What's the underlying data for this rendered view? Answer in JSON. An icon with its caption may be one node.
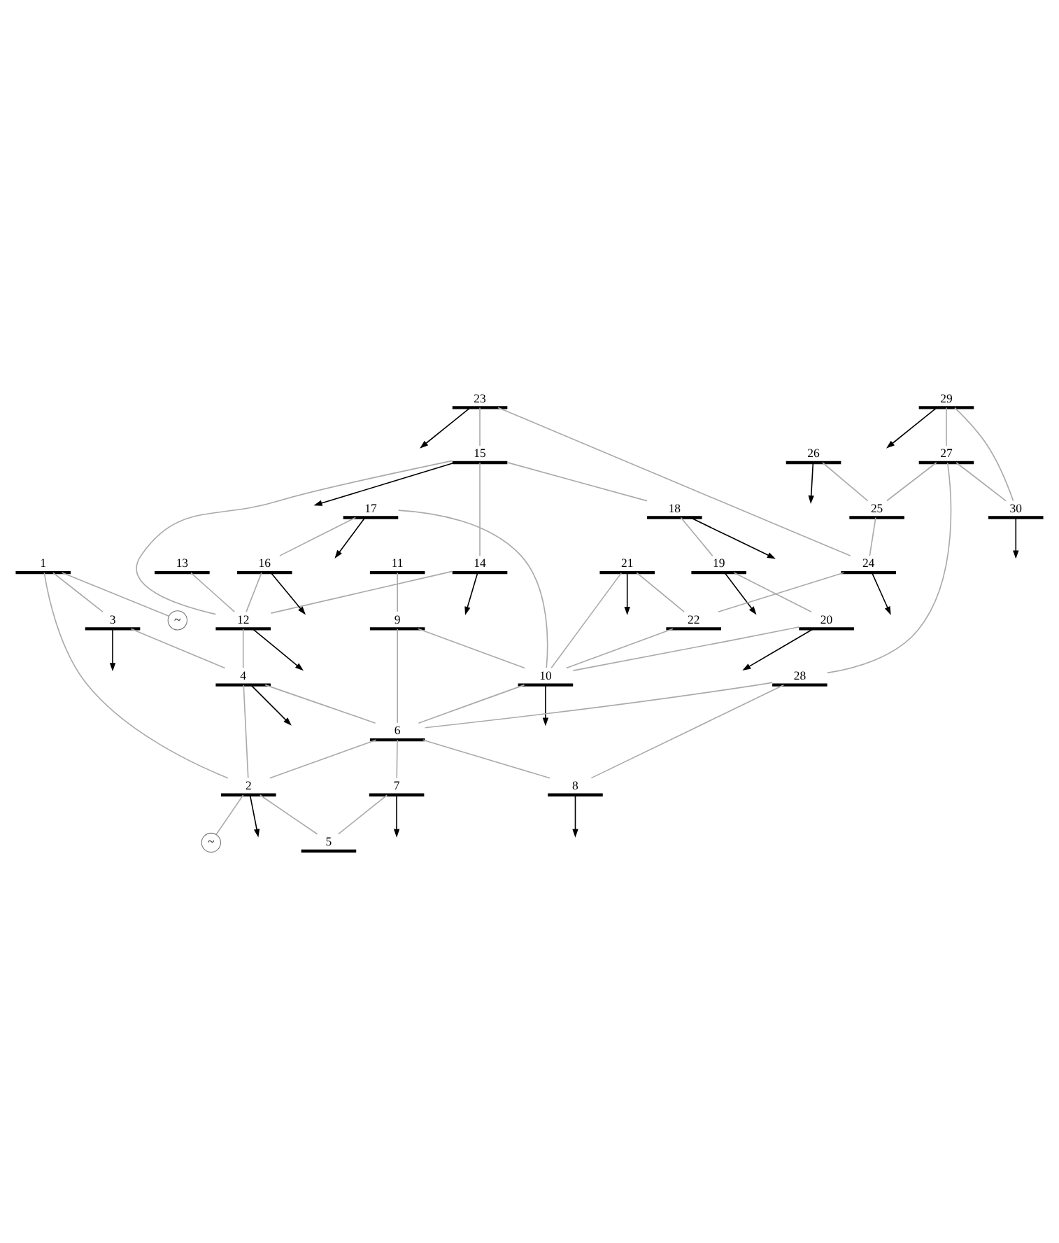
{
  "diagram": {
    "nodes": [
      {
        "text": [
          "1"
        ]
      },
      {
        "text": [
          "2"
        ]
      },
      {
        "text": [
          "3"
        ]
      },
      {
        "text": [
          "4"
        ]
      },
      {
        "text": [
          "5"
        ]
      },
      {
        "text": [
          "6"
        ]
      },
      {
        "text": [
          "7"
        ]
      },
      {
        "text": [
          "8"
        ]
      },
      {
        "text": [
          "9"
        ]
      },
      {
        "text": [
          "10"
        ]
      },
      {
        "text": [
          "11"
        ]
      },
      {
        "text": [
          "12"
        ]
      },
      {
        "text": [
          "13"
        ]
      },
      {
        "text": [
          "14"
        ]
      },
      {
        "text": [
          "15"
        ]
      },
      {
        "text": [
          "16"
        ]
      },
      {
        "text": [
          "17"
        ]
      },
      {
        "text": [
          "18"
        ]
      },
      {
        "text": [
          "19"
        ]
      },
      {
        "text": [
          "20"
        ]
      },
      {
        "text": [
          "21"
        ]
      },
      {
        "text": [
          "22"
        ]
      },
      {
        "text": [
          "23"
        ]
      },
      {
        "text": [
          "24"
        ]
      },
      {
        "text": [
          "25"
        ]
      },
      {
        "text": [
          "26"
        ]
      },
      {
        "text": [
          "27"
        ]
      },
      {
        "text": [
          "28"
        ]
      },
      {
        "text": [
          "29"
        ]
      },
      {
        "text": [
          "30"
        ]
      },
      {
        "text": [
          "~"
        ]
      },
      {
        "text": [
          "~"
        ]
      }
    ],
    "edges": [
      {
        "from": 28,
        "to": 26,
        "arrow": "none"
      },
      {
        "from": 28,
        "to": 29,
        "arrow": "none"
      },
      {
        "from": 26,
        "to": 29,
        "arrow": "none"
      },
      {
        "from": 26,
        "to": 27,
        "arrow": "none"
      },
      {
        "from": 26,
        "to": 24,
        "arrow": "none"
      },
      {
        "from": 25,
        "to": 24,
        "arrow": "none"
      },
      {
        "from": 24,
        "to": 23,
        "arrow": "none"
      },
      {
        "from": 22,
        "to": 23,
        "arrow": "none"
      },
      {
        "from": 23,
        "to": 21,
        "arrow": "none"
      },
      {
        "from": 22,
        "to": 14,
        "arrow": "none"
      },
      {
        "from": 14,
        "to": 17,
        "arrow": "none"
      },
      {
        "from": 17,
        "to": 18,
        "arrow": "none"
      },
      {
        "from": 18,
        "to": 19,
        "arrow": "none"
      },
      {
        "from": 19,
        "to": 9,
        "arrow": "none"
      },
      {
        "from": 14,
        "to": 13,
        "arrow": "none"
      },
      {
        "from": 14,
        "to": 11,
        "arrow": "none"
      },
      {
        "from": 13,
        "to": 11,
        "arrow": "none"
      },
      {
        "from": 12,
        "to": 11,
        "arrow": "none"
      },
      {
        "from": 15,
        "to": 11,
        "arrow": "none"
      },
      {
        "from": 16,
        "to": 15,
        "arrow": "none"
      },
      {
        "from": 16,
        "to": 9,
        "arrow": "none"
      },
      {
        "from": 20,
        "to": 9,
        "arrow": "none"
      },
      {
        "from": 21,
        "to": 9,
        "arrow": "none"
      },
      {
        "from": 20,
        "to": 21,
        "arrow": "none"
      },
      {
        "from": 10,
        "to": 8,
        "arrow": "none"
      },
      {
        "from": 8,
        "to": 9,
        "arrow": "none"
      },
      {
        "from": 8,
        "to": 5,
        "arrow": "none"
      },
      {
        "from": 9,
        "to": 5,
        "arrow": "none"
      },
      {
        "from": 27,
        "to": 5,
        "arrow": "none"
      },
      {
        "from": 27,
        "to": 7,
        "arrow": "none"
      },
      {
        "from": 11,
        "to": 3,
        "arrow": "none"
      },
      {
        "from": 0,
        "to": 2,
        "arrow": "none"
      },
      {
        "from": 2,
        "to": 3,
        "arrow": "none"
      },
      {
        "from": 3,
        "to": 5,
        "arrow": "none"
      },
      {
        "from": 5,
        "to": 7,
        "arrow": "none"
      },
      {
        "from": 5,
        "to": 6,
        "arrow": "none"
      },
      {
        "from": 6,
        "to": 4,
        "arrow": "none"
      },
      {
        "from": 0,
        "to": 1,
        "arrow": "none"
      },
      {
        "from": 3,
        "to": 1,
        "arrow": "none"
      },
      {
        "from": 5,
        "to": 1,
        "arrow": "none"
      },
      {
        "from": 1,
        "to": 4,
        "arrow": "none"
      },
      {
        "from": 0,
        "to": 30,
        "arrow": "none"
      },
      {
        "from": 1,
        "to": 31,
        "arrow": "none"
      },
      {
        "from": 28,
        "to": null,
        "arrow": "to",
        "color": "#000000"
      },
      {
        "from": 29,
        "to": null,
        "arrow": "to",
        "color": "#000000"
      },
      {
        "from": 25,
        "to": null,
        "arrow": "to",
        "color": "#000000"
      },
      {
        "from": 22,
        "to": null,
        "arrow": "to",
        "color": "#000000"
      },
      {
        "from": 23,
        "to": null,
        "arrow": "to",
        "color": "#000000"
      },
      {
        "from": 14,
        "to": null,
        "arrow": "to",
        "color": "#000000"
      },
      {
        "from": 17,
        "to": null,
        "arrow": "to",
        "color": "#000000"
      },
      {
        "from": 18,
        "to": null,
        "arrow": "to",
        "color": "#000000"
      },
      {
        "from": 19,
        "to": null,
        "arrow": "to",
        "color": "#000000"
      },
      {
        "from": 20,
        "to": null,
        "arrow": "to",
        "color": "#000000"
      },
      {
        "from": 16,
        "to": null,
        "arrow": "to",
        "color": "#000000"
      },
      {
        "from": 13,
        "to": null,
        "arrow": "to",
        "color": "#000000"
      },
      {
        "from": 15,
        "to": null,
        "arrow": "to",
        "color": "#000000"
      },
      {
        "from": 9,
        "to": null,
        "arrow": "to",
        "color": "#000000"
      },
      {
        "from": 11,
        "to": null,
        "arrow": "to",
        "color": "#000000"
      },
      {
        "from": 2,
        "to": null,
        "arrow": "to",
        "color": "#000000"
      },
      {
        "from": 3,
        "to": null,
        "arrow": "to",
        "color": "#000000"
      },
      {
        "from": 7,
        "to": null,
        "arrow": "to",
        "color": "#000000"
      },
      {
        "from": 6,
        "to": null,
        "arrow": "to",
        "color": "#000000"
      },
      {
        "from": 1,
        "to": null,
        "arrow": "to",
        "color": "#000000"
      }
    ]
  }
}
